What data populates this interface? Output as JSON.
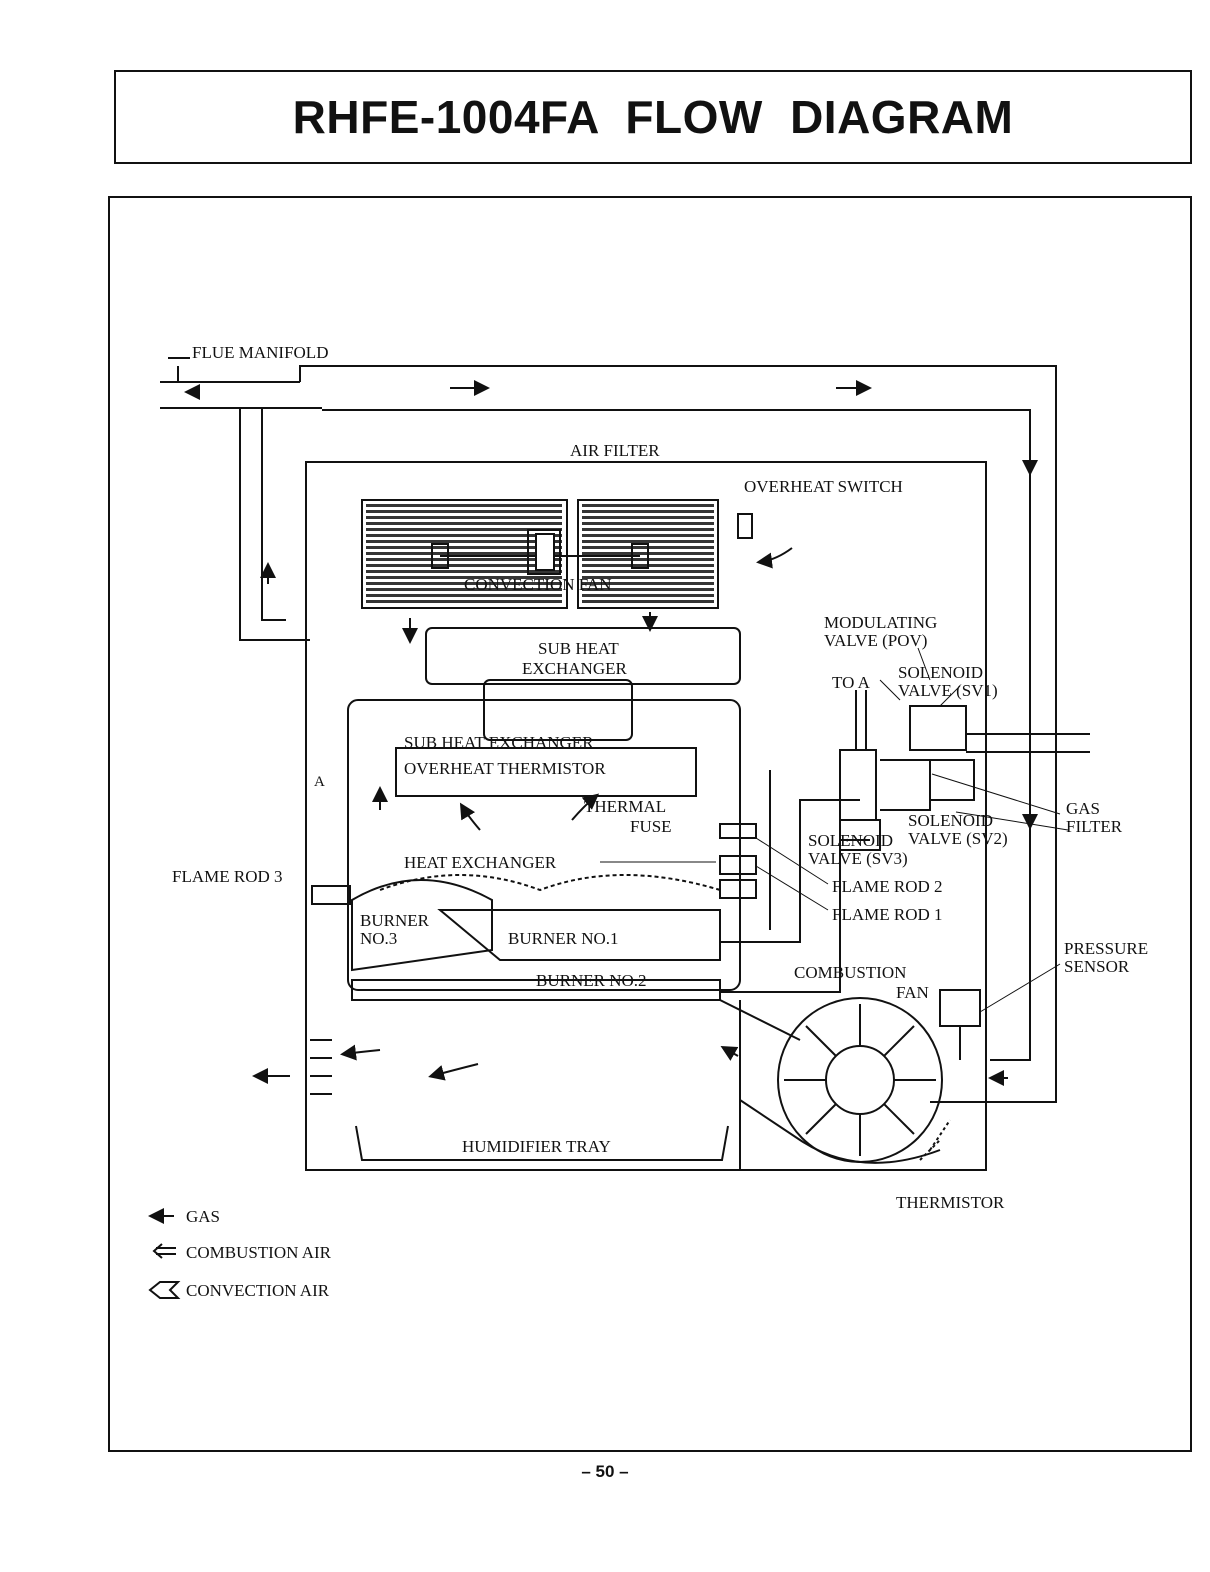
{
  "title": "RHFE-1004FA  FLOW DIAGRAM",
  "page_number": "– 50 –",
  "labels": {
    "flue_manifold": "FLUE MANIFOLD",
    "air_filter": "AIR FILTER",
    "overheat_switch": "OVERHEAT SWITCH",
    "convection_fan": "CONVECTION FAN",
    "sub_heat_exchanger_line1": "SUB HEAT",
    "sub_heat_exchanger_line2": "EXCHANGER",
    "sub_heat_exchanger_overheat_1": "SUB HEAT EXCHANGER",
    "sub_heat_exchanger_overheat_2": "OVERHEAT THERMISTOR",
    "thermal_fuse_1": "THERMAL",
    "thermal_fuse_2": "FUSE",
    "heat_exchanger": "HEAT EXCHANGER",
    "flame_rod_3": "FLAME ROD 3",
    "flame_rod_2": "FLAME ROD 2",
    "flame_rod_1": "FLAME ROD 1",
    "burner_no3_1": "BURNER",
    "burner_no3_2": "NO.3",
    "burner_no1": "BURNER NO.1",
    "burner_no2": "BURNER NO.2",
    "combustion_fan_1": "COMBUSTION",
    "combustion_fan_2": "FAN",
    "modulating_valve_1": "MODULATING",
    "modulating_valve_2": "VALVE (POV)",
    "to_a": "TO A",
    "marker_a": "A",
    "solenoid_sv1_1": "SOLENOID",
    "solenoid_sv1_2": "VALVE (SV1)",
    "solenoid_sv2_1": "SOLENOID",
    "solenoid_sv2_2": "VALVE (SV2)",
    "solenoid_sv3_1": "SOLENOID",
    "solenoid_sv3_2": "VALVE (SV3)",
    "gas_filter_1": "GAS",
    "gas_filter_2": "FILTER",
    "pressure_sensor_1": "PRESSURE",
    "pressure_sensor_2": "SENSOR",
    "humidifier_tray": "HUMIDIFIER TRAY",
    "thermistor": "THERMISTOR"
  },
  "legend": [
    {
      "symbol": "gas-arrow",
      "label": "GAS"
    },
    {
      "symbol": "combustion-air-arrow",
      "label": "COMBUSTION AIR"
    },
    {
      "symbol": "convection-air-arrow",
      "label": "CONVECTION AIR"
    }
  ]
}
